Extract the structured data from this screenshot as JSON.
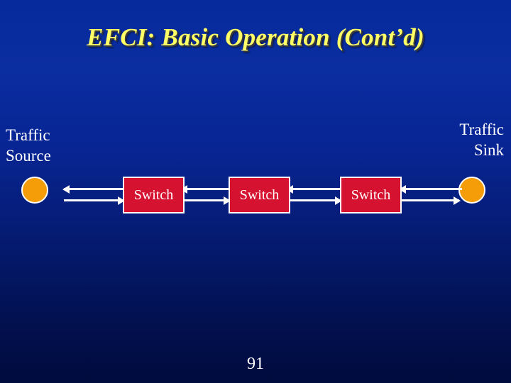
{
  "slide": {
    "title": "EFCI: Basic Operation (Cont’d)",
    "page_number": "91",
    "background_top_color": "#062a9b",
    "background_bottom_color": "#000b3d",
    "title_color": "#ffff66"
  },
  "labels": {
    "source": {
      "line1": "Traffic",
      "line2": "Source"
    },
    "sink": {
      "line1": "Traffic",
      "line2": "Sink"
    }
  },
  "endpoints": [
    {
      "name": "traffic-source",
      "color": "#f59c09",
      "border_color": "#ffffff"
    },
    {
      "name": "traffic-sink",
      "color": "#f59c09",
      "border_color": "#ffffff"
    }
  ],
  "switches": [
    {
      "label": "Switch",
      "fill": "#d51230",
      "border_color": "#ffffff"
    },
    {
      "label": "Switch",
      "fill": "#d51230",
      "border_color": "#ffffff"
    },
    {
      "label": "Switch",
      "fill": "#d51230",
      "border_color": "#ffffff"
    }
  ],
  "links": {
    "color": "#ffffff",
    "segments": [
      {
        "from": "traffic-source",
        "to": "switch-1",
        "forward_direction": "right",
        "backward_direction": "left"
      },
      {
        "from": "switch-1",
        "to": "switch-2",
        "forward_direction": "right",
        "backward_direction": "left"
      },
      {
        "from": "switch-2",
        "to": "switch-3",
        "forward_direction": "right",
        "backward_direction": "left"
      },
      {
        "from": "switch-3",
        "to": "traffic-sink",
        "forward_direction": "right",
        "backward_direction": "left"
      }
    ]
  }
}
